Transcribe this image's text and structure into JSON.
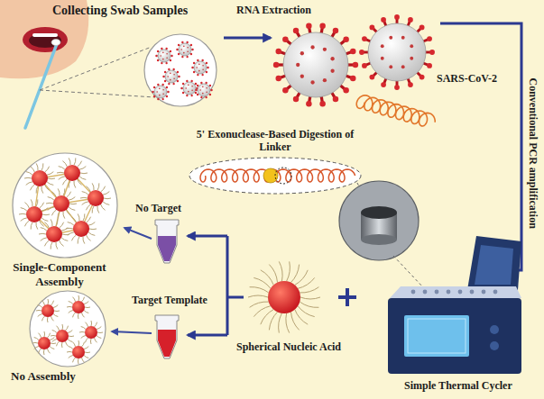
{
  "diagram": {
    "labels": [
      "Collecting Swab Samples",
      "RNA Extraction",
      "SARS-CoV-2",
      "Conventional PCR amplification",
      "5' Exonuclease-Based Digestion of Linker",
      "Single-Component Assembly",
      "No Target",
      "Target Template",
      "No Assembly",
      "Spherical Nucleic Acid",
      "Simple Thermal Cycler"
    ]
  }
}
